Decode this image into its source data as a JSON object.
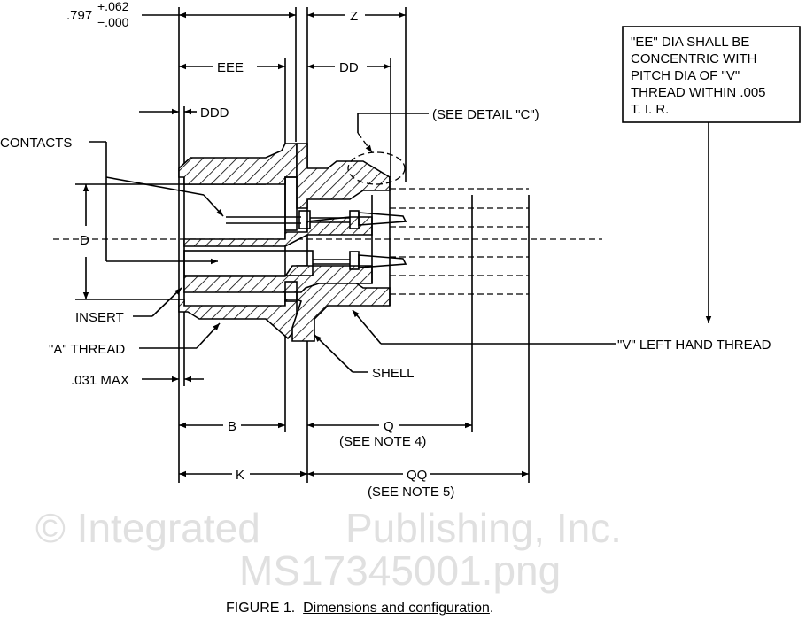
{
  "figure": {
    "caption_number": "FIGURE 1.",
    "caption_title": "Dimensions and configuration",
    "caption_end": "."
  },
  "dimensions": {
    "overall_value": ".797",
    "overall_tol_plus": "+.062",
    "overall_tol_minus": "−.000",
    "z": "Z",
    "eee": "EEE",
    "dd": "DD",
    "ddd": "DDD",
    "d": "D",
    "max_031": ".031 MAX",
    "b": "B",
    "q": "Q",
    "q_note": "(SEE NOTE 4)",
    "k": "K",
    "qq": "QQ",
    "qq_note": "(SEE NOTE 5)"
  },
  "callouts": {
    "detail_c": "(SEE DETAIL \"C\")",
    "contacts": "CONTACTS",
    "insert": "INSERT",
    "a_thread": "\"A\" THREAD",
    "shell": "SHELL",
    "v_thread": "\"V\" LEFT HAND THREAD"
  },
  "note_box": {
    "lines": [
      "\"EE\" DIA SHALL BE",
      "CONCENTRIC WITH",
      "PITCH DIA OF \"V\"",
      "THREAD WITHIN .005",
      "T. I. R."
    ]
  },
  "watermark": {
    "line1": "© Integrated",
    "line2": "Publishing, Inc.",
    "line3": "MS17345001.png"
  }
}
